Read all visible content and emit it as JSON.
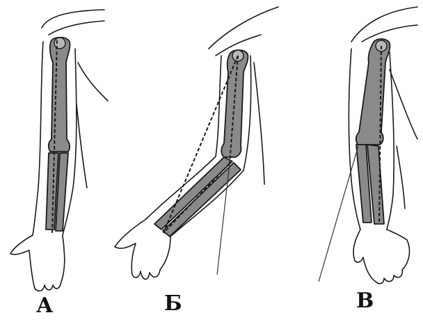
{
  "figure": {
    "panels": [
      {
        "id": "a",
        "label": "А"
      },
      {
        "id": "b",
        "label": "Б"
      },
      {
        "id": "c",
        "label": "В"
      }
    ]
  },
  "colors": {
    "bone": "#8a8a8a",
    "outline": "#1a1a1a",
    "background": "#ffffff"
  }
}
